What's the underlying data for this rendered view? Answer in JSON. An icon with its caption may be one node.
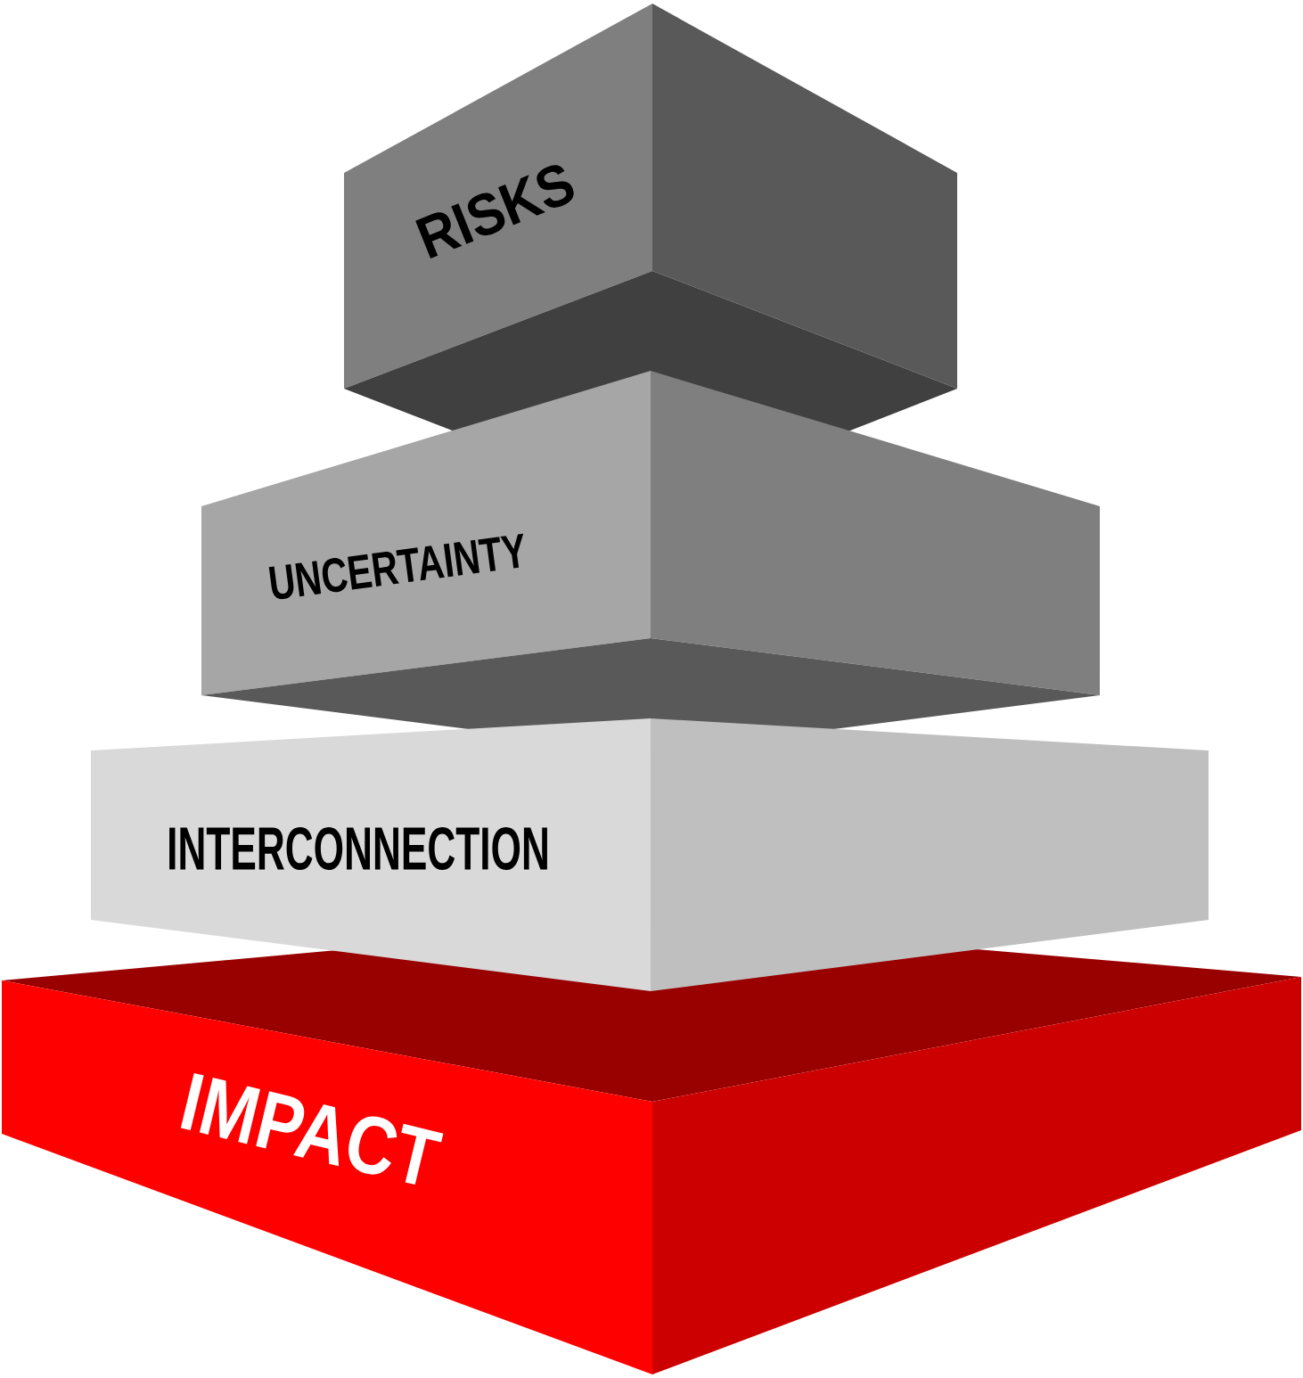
{
  "diagram": {
    "nodes": [
      {
        "text": [
          "RISKS"
        ]
      },
      {
        "text": [
          "UNCERTAINTY"
        ]
      },
      {
        "text": [
          "INTERCONNECTION"
        ]
      },
      {
        "text": [
          "IMPACT"
        ]
      }
    ]
  }
}
